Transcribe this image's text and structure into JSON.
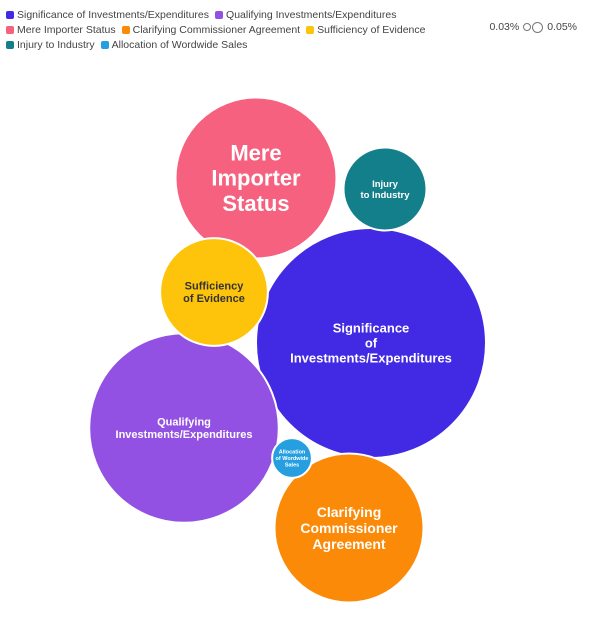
{
  "chart_data": {
    "type": "bubble",
    "size_legend": {
      "min_label": "0.03%",
      "max_label": "0.05%"
    },
    "series": [
      {
        "name": "Significance of Investments/Expenditures",
        "label_lines": [
          "Significance",
          "of",
          "Investments/Expenditures"
        ],
        "color": "#4229e3",
        "value": 0.05
      },
      {
        "name": "Qualifying Investments/Expenditures",
        "label_lines": [
          "Qualifying",
          "Investments/Expenditures"
        ],
        "color": "#9351e4",
        "value": 0.034
      },
      {
        "name": "Mere Importer Status",
        "label_lines": [
          "Mere",
          "Importer",
          "Status"
        ],
        "color": "#f5617f",
        "value": 0.0245
      },
      {
        "name": "Clarifying Commissioner Agreement",
        "label_lines": [
          "Clarifying",
          "Commissioner",
          "Agreement"
        ],
        "color": "#fb8a09",
        "value": 0.021
      },
      {
        "name": "Sufficiency of Evidence",
        "label_lines": [
          "Sufficiency",
          "of Evidence"
        ],
        "color": "#fdc40b",
        "value": 0.011
      },
      {
        "name": "Injury to Industry",
        "label_lines": [
          "Injury",
          "to Industry"
        ],
        "color": "#137f8b",
        "value": 0.0065
      },
      {
        "name": "Allocation of Wordwide Sales",
        "label_lines": [
          "Allocation",
          "of Wordwide",
          "Sales"
        ],
        "color": "#269fe0",
        "value": 0.0015
      }
    ]
  }
}
